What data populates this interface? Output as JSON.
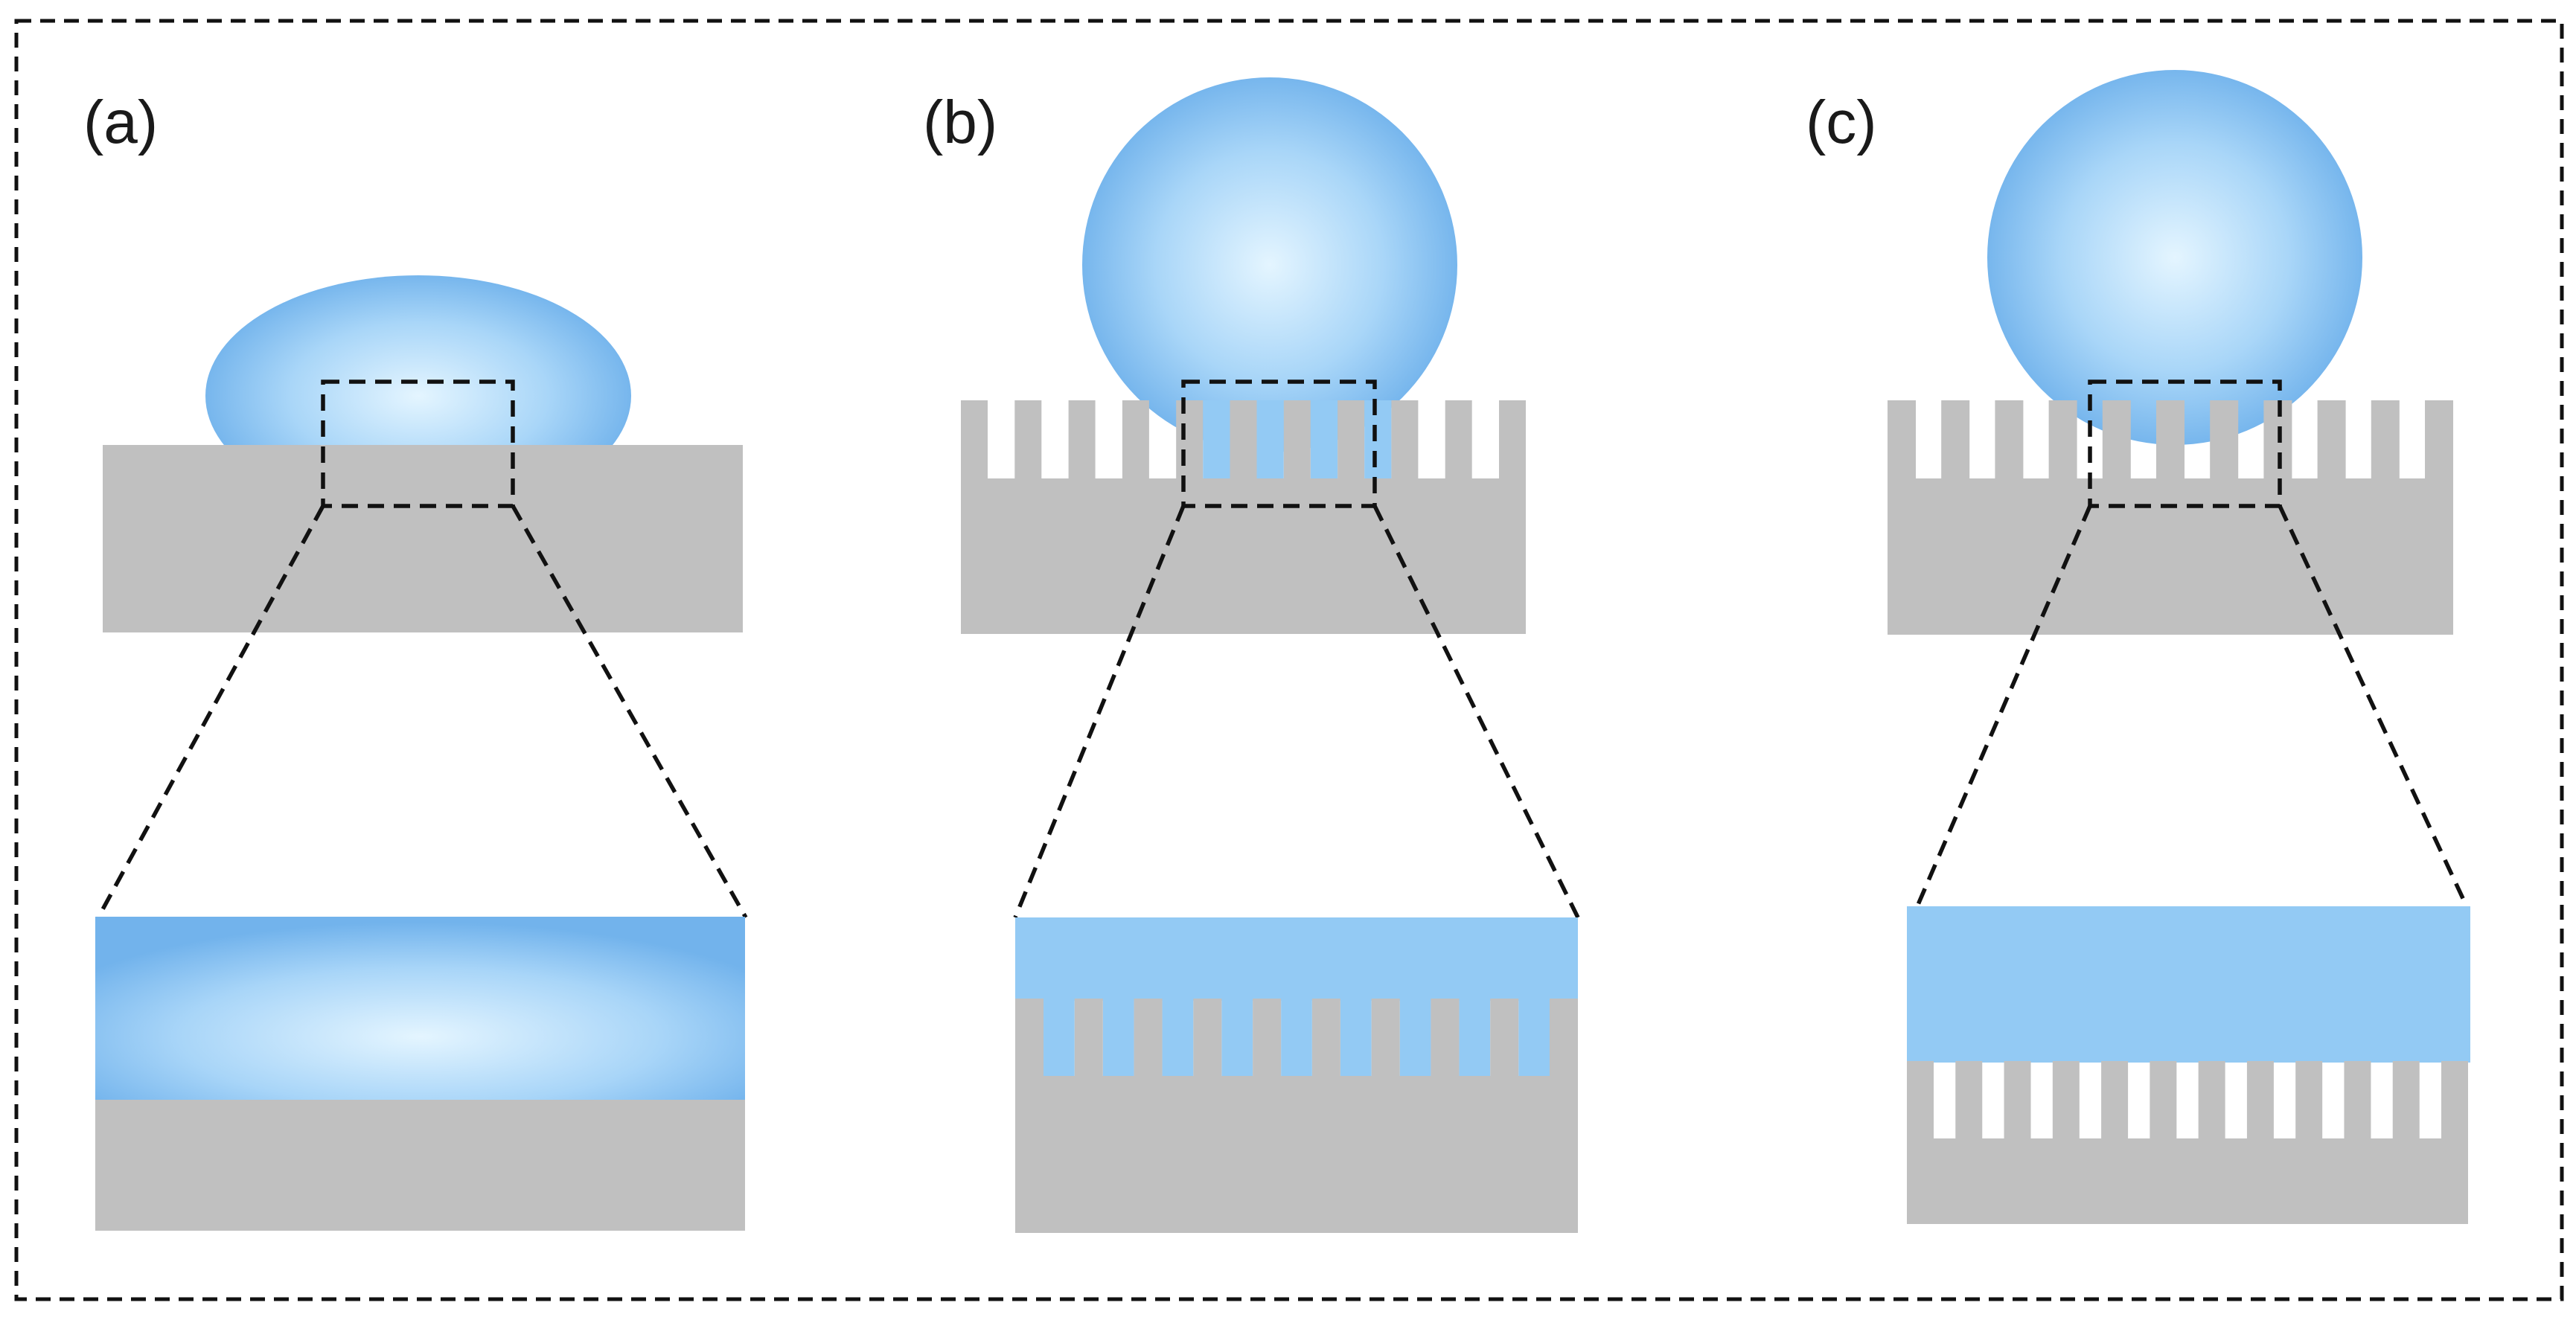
{
  "panels": [
    {
      "id": "a",
      "label": "(a)",
      "state": "flat surface, fully wetted"
    },
    {
      "id": "b",
      "label": "(b)",
      "state": "textured surface, liquid fills grooves"
    },
    {
      "id": "c",
      "label": "(c)",
      "state": "textured surface, liquid rests on pillar tops"
    }
  ],
  "colors": {
    "substrate": "#c0c0c0",
    "liquid_light": "#dff3ff",
    "liquid_dark": "#6eb2ec",
    "liquid_flat": "#93caf4",
    "outline": "#111111",
    "background": "#ffffff"
  }
}
